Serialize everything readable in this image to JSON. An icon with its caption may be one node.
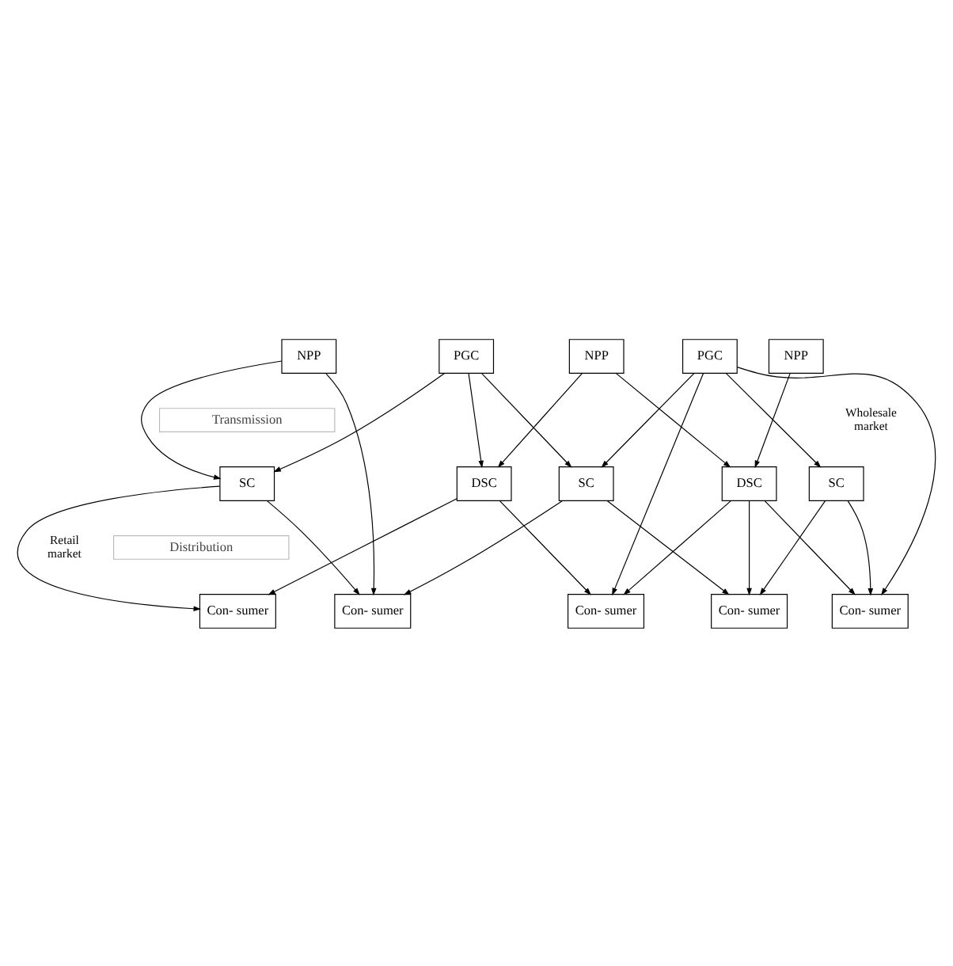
{
  "diagram": {
    "nodes": [
      {
        "text": [
          "NPP"
        ]
      },
      {
        "text": [
          "PGC"
        ]
      },
      {
        "text": [
          "NPP"
        ]
      },
      {
        "text": [
          "PGC"
        ]
      },
      {
        "text": [
          "NPP"
        ]
      },
      {
        "text": [
          "Transmission"
        ]
      },
      {
        "text": [
          "SC"
        ]
      },
      {
        "text": [
          "DSC"
        ]
      },
      {
        "text": [
          "SC"
        ]
      },
      {
        "text": [
          "DSC"
        ]
      },
      {
        "text": [
          "SC"
        ]
      },
      {
        "text": [
          "Distribution"
        ]
      },
      {
        "text": [
          "Con- sumer"
        ]
      },
      {
        "text": [
          "Con- sumer"
        ]
      },
      {
        "text": [
          "Con- sumer"
        ]
      },
      {
        "text": [
          "Con- sumer"
        ]
      },
      {
        "text": [
          "Con- sumer"
        ]
      }
    ],
    "edges": [
      {
        "from": 0,
        "to": 6,
        "arrow": "to"
      },
      {
        "from": 0,
        "to": 13,
        "arrow": "to"
      },
      {
        "from": 1,
        "to": 6,
        "arrow": "to"
      },
      {
        "from": 1,
        "to": 7,
        "arrow": "to"
      },
      {
        "from": 1,
        "to": 8,
        "arrow": "to"
      },
      {
        "from": 2,
        "to": 7,
        "arrow": "to"
      },
      {
        "from": 2,
        "to": 9,
        "arrow": "to"
      },
      {
        "from": 3,
        "to": 8,
        "arrow": "to"
      },
      {
        "from": 3,
        "to": 14,
        "arrow": "to"
      },
      {
        "from": 3,
        "to": 16,
        "arrow": "to"
      },
      {
        "from": 3,
        "to": 10,
        "arrow": "to"
      },
      {
        "from": 4,
        "to": 9,
        "arrow": "to"
      },
      {
        "from": 6,
        "to": 12,
        "arrow": "to"
      },
      {
        "from": 6,
        "to": 13,
        "arrow": "to"
      },
      {
        "from": 7,
        "to": 12,
        "arrow": "to"
      },
      {
        "from": 7,
        "to": 14,
        "arrow": "to"
      },
      {
        "from": 8,
        "to": 13,
        "arrow": "to"
      },
      {
        "from": 8,
        "to": 15,
        "arrow": "to"
      },
      {
        "from": 9,
        "to": 14,
        "arrow": "to"
      },
      {
        "from": 9,
        "to": 15,
        "arrow": "to"
      },
      {
        "from": 9,
        "to": 16,
        "arrow": "to"
      },
      {
        "from": 10,
        "to": 15,
        "arrow": "to"
      },
      {
        "from": 10,
        "to": 16,
        "arrow": "to"
      }
    ],
    "labels": [
      "Wholesale market",
      "Retail market"
    ]
  }
}
